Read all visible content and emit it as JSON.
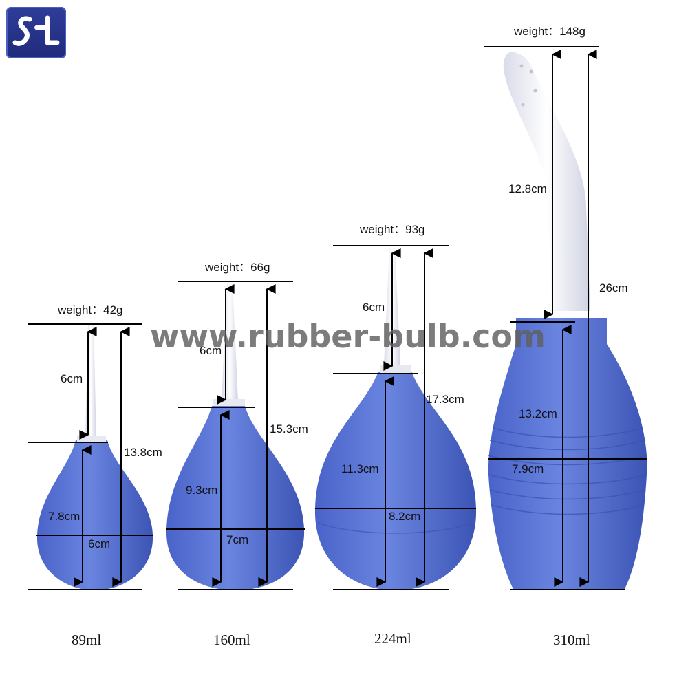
{
  "brand": {
    "logo_text": "SL",
    "watermark": "www.rubber-bulb.com"
  },
  "colors": {
    "bulb": "#5b76d6",
    "bulb_dark": "#3f58b8",
    "nozzle": "#f4f4fa",
    "line": "#000000"
  },
  "bulbs": [
    {
      "volume": "89ml",
      "weight": "weight：42g",
      "nozzle_length": "6cm",
      "bulb_height": "7.8cm",
      "total_height": "13.8cm",
      "width": "6cm"
    },
    {
      "volume": "160ml",
      "weight": "weight：66g",
      "nozzle_length": "6cm",
      "bulb_height": "9.3cm",
      "total_height": "15.3cm",
      "width": "7cm"
    },
    {
      "volume": "224ml",
      "weight": "weight：93g",
      "nozzle_length": "6cm",
      "bulb_height": "11.3cm",
      "total_height": "17.3cm",
      "width": "8.2cm"
    },
    {
      "volume": "310ml",
      "weight": "weight：148g",
      "nozzle_length": "12.8cm",
      "bulb_height": "13.2cm",
      "total_height": "26cm",
      "width": "7.9cm"
    }
  ]
}
